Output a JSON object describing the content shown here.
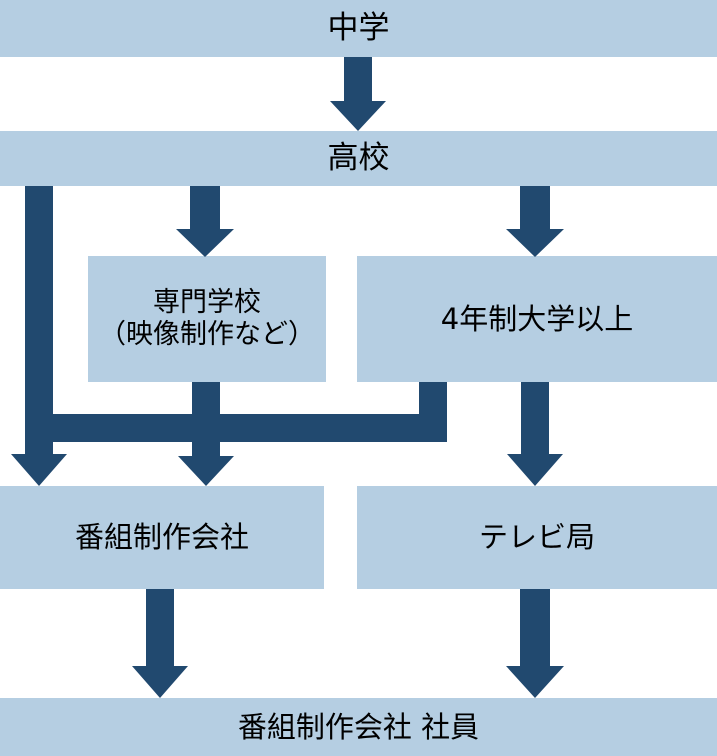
{
  "diagram": {
    "title_text_color": "#000000",
    "node_fill": "#b5cee2",
    "arrow_fill": "#21496f",
    "background": "#ffffff",
    "nodes": [
      {
        "id": "chugaku",
        "label": "中学"
      },
      {
        "id": "koukou",
        "label": "高校"
      },
      {
        "id": "senmon",
        "label": "専門学校\n（映像制作など）"
      },
      {
        "id": "daigaku",
        "label": "4年制大学以上"
      },
      {
        "id": "seisaku",
        "label": "番組制作会社"
      },
      {
        "id": "terebi",
        "label": "テレビ局"
      },
      {
        "id": "shain",
        "label": "番組制作会社 社員"
      }
    ],
    "edges": [
      {
        "id": "e1",
        "from": "中学",
        "to": "高校"
      },
      {
        "id": "e2",
        "from": "高校",
        "to": "専門学校"
      },
      {
        "id": "e3",
        "from": "高校",
        "to": "4年制大学以上"
      },
      {
        "id": "e4",
        "from": "高校",
        "to": "番組制作会社"
      },
      {
        "id": "e5",
        "from": "専門学校",
        "to": "番組制作会社"
      },
      {
        "id": "e6",
        "from": "4年制大学以上",
        "to": "番組制作会社"
      },
      {
        "id": "e7",
        "from": "4年制大学以上",
        "to": "テレビ局"
      },
      {
        "id": "e8",
        "from": "番組制作会社",
        "to": "番組制作会社 社員"
      },
      {
        "id": "e9",
        "from": "テレビ局",
        "to": "番組制作会社 社員"
      }
    ]
  }
}
